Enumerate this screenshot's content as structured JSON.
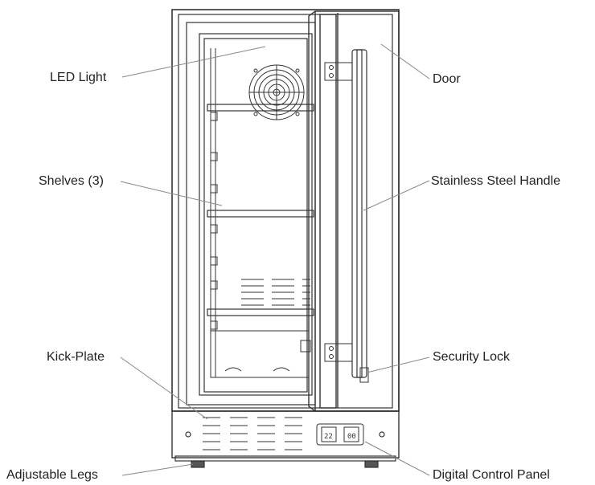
{
  "diagram": {
    "labels": {
      "led_light": "LED Light",
      "shelves": "Shelves (3)",
      "kick_plate": "Kick-Plate",
      "adjustable_legs": "Adjustable Legs",
      "door": "Door",
      "handle": "Stainless Steel Handle",
      "security_lock": "Security Lock",
      "control_panel": "Digital Control Panel"
    }
  }
}
